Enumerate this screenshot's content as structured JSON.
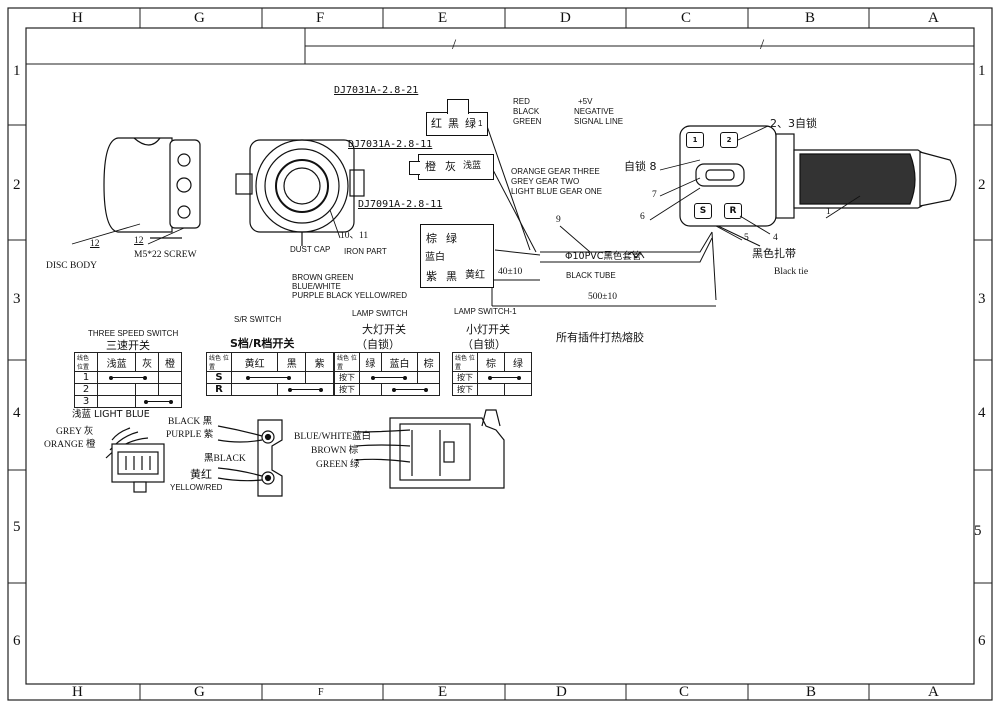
{
  "zones": {
    "columns_top": [
      "H",
      "G",
      "F",
      "E",
      "D",
      "C",
      "B",
      "A"
    ],
    "columns_bottom": [
      "H",
      "G",
      "F",
      "E",
      "D",
      "C",
      "B",
      "A"
    ],
    "rows_left": [
      "1",
      "2",
      "3",
      "4",
      "5",
      "6"
    ],
    "rows_right": [
      "1",
      "2",
      "3",
      "4",
      "5",
      "6"
    ],
    "title_block_marks": [
      "/",
      "/"
    ]
  },
  "connectors": {
    "c1": {
      "part": "DJ7031A-2.8-21",
      "pins": [
        "红",
        "黑",
        "绿"
      ],
      "pin_mark": "1"
    },
    "c2": {
      "part": "DJ7031A-2.8-11",
      "pins": [
        "橙",
        "灰",
        "浅蓝"
      ]
    },
    "c3": {
      "part": "DJ7091A-2.8-11",
      "pins": [
        "棕",
        "绿",
        "蓝白",
        "紫",
        "黑",
        "黄红"
      ]
    }
  },
  "wire_notes": {
    "colors_1": [
      "RED",
      "BLACK",
      "GREEN"
    ],
    "signals_1": [
      "+5V",
      "NEGATIVE",
      "SIGNAL LINE"
    ],
    "gear_lines": [
      "ORANGE  GEAR THREE",
      "GREY    GEAR TWO",
      "LIGHT BLUE GEAR ONE"
    ],
    "colors_3": [
      "BROWN GREEN",
      "BLUE/WHITE",
      "PURPLE BLACK YELLOW/RED"
    ]
  },
  "parts": {
    "disc_body": "DISC BODY",
    "screw": "M5*22 SCREW",
    "dust_cap": "DUST CAP",
    "iron_part": "IRON PART",
    "n12a": "12",
    "n12b": "12",
    "n10_11": "10、11",
    "n9": "9",
    "tube": "Φ10PVC黑色套管",
    "black_tube": "BLACK TUBE",
    "dim_40": "40±10",
    "dim_500": "500±10",
    "lamp_switch_1": "LAMP SWITCH-1",
    "n1": "1",
    "n23": "2、3自锁",
    "n8": "自锁 8",
    "n7": "7",
    "n6": "6",
    "n5": "5",
    "n4": "4",
    "black_tie_cn": "黑色扎带",
    "black_tie": "Black tie"
  },
  "tables": {
    "three_speed": {
      "title_en": "THREE SPEED SWITCH",
      "title_cn": "三速开关",
      "header": [
        "浅蓝",
        "灰",
        "橙"
      ],
      "rows": [
        "1",
        "2",
        "3"
      ]
    },
    "sr_switch": {
      "title_en": "S/R SWITCH",
      "title_cn": "S档/R档开关",
      "header": [
        "黄红",
        "黑",
        "紫"
      ],
      "rows": [
        "S",
        "R"
      ]
    },
    "lamp_big": {
      "title_en": "LAMP SWITCH",
      "title_cn": "大灯开关",
      "sub": "（自锁）",
      "header": [
        "绿",
        "蓝白",
        "棕"
      ],
      "rows": [
        "按下",
        "按下"
      ]
    },
    "lamp_small": {
      "title_cn": "小灯开关",
      "sub": "（自锁）",
      "header": [
        "棕",
        "绿"
      ],
      "rows": [
        "按下",
        "按下"
      ]
    },
    "corner": "线色\n位置",
    "note_cn": "所有插件打热熔胶"
  },
  "bottom_labels": {
    "light_blue": "浅蓝 LIGHT BLUE",
    "grey": "GREY 灰",
    "orange": "ORANGE 橙",
    "black_purple_1": "BLACK 黑",
    "black_purple_2": "PURPLE 紫",
    "black_yr_1": "黑BLACK",
    "black_yr_2": "黄红",
    "black_yr_3": "YELLOW/RED",
    "bw": "BLUE/WHITE蓝白",
    "brown": "BROWN 棕",
    "green": "GREEN  绿"
  },
  "buttons": {
    "s": "S",
    "r": "R",
    "b1": "1",
    "b2": "2"
  }
}
